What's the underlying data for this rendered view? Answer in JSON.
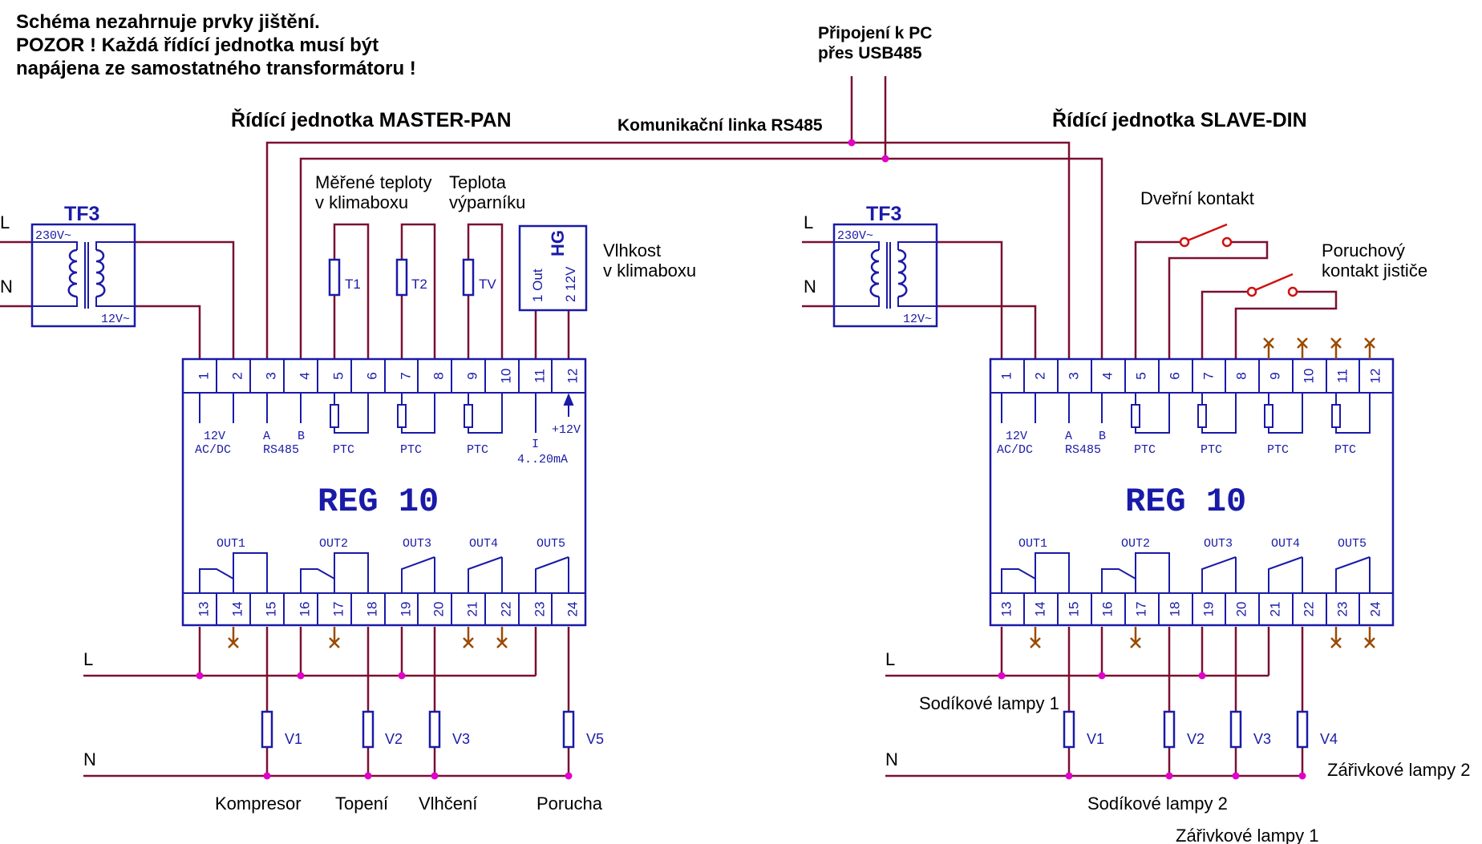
{
  "header": {
    "notes": [
      "Schéma nezahrnuje prvky jištění.",
      "POZOR ! Každá řídící jednotka musí být",
      "napájena ze samostatného transformátoru !"
    ],
    "pc_connection": [
      "Připojení k PC",
      "přes USB485"
    ],
    "bus_label": "Komunikační linka RS485"
  },
  "master": {
    "title": "Řídící jednotka MASTER-PAN",
    "transformer": {
      "name": "TF3",
      "primary": "230V~",
      "secondary": "12V~"
    },
    "mains": {
      "l": "L",
      "n": "N"
    },
    "unit_name": "REG 10",
    "top_terminals": [
      "1",
      "2",
      "3",
      "4",
      "5",
      "6",
      "7",
      "8",
      "9",
      "10",
      "11",
      "12"
    ],
    "bottom_terminals": [
      "13",
      "14",
      "15",
      "16",
      "17",
      "18",
      "19",
      "20",
      "21",
      "22",
      "23",
      "24"
    ],
    "labels": {
      "power": [
        "12V",
        "AC/DC"
      ],
      "bus": [
        "A",
        "B",
        "RS485"
      ],
      "ptc": [
        "PTC",
        "PTC",
        "PTC"
      ],
      "analog": [
        "I",
        "4..20mA"
      ],
      "supply": "+12V",
      "outputs": [
        "OUT1",
        "OUT2",
        "OUT3",
        "OUT4",
        "OUT5"
      ]
    },
    "sensors": {
      "measured_label": [
        "Měřené teploty",
        "v klimaboxu"
      ],
      "evaporator_label": [
        "Teplota",
        "výparníku"
      ],
      "names": [
        "T1",
        "T2",
        "TV"
      ],
      "humidity": {
        "name": "HG",
        "pin1": "1 Out",
        "pin2": "2 12V",
        "label": [
          "Vlhkost",
          "v klimaboxu"
        ]
      }
    },
    "loads": {
      "names": [
        "V1",
        "V2",
        "V3",
        "V5"
      ],
      "labels": [
        "Kompresor",
        "Topení",
        "Vlhčení",
        "Porucha"
      ]
    },
    "load_mains": {
      "l": "L",
      "n": "N"
    }
  },
  "slave": {
    "title": "Řídící jednotka SLAVE-DIN",
    "transformer": {
      "name": "TF3",
      "primary": "230V~",
      "secondary": "12V~"
    },
    "mains": {
      "l": "L",
      "n": "N"
    },
    "unit_name": "REG 10",
    "top_terminals": [
      "1",
      "2",
      "3",
      "4",
      "5",
      "6",
      "7",
      "8",
      "9",
      "10",
      "11",
      "12"
    ],
    "bottom_terminals": [
      "13",
      "14",
      "15",
      "16",
      "17",
      "18",
      "19",
      "20",
      "21",
      "22",
      "23",
      "24"
    ],
    "labels": {
      "power": [
        "12V",
        "AC/DC"
      ],
      "bus": [
        "A",
        "B",
        "RS485"
      ],
      "ptc": [
        "PTC",
        "PTC",
        "PTC",
        "PTC"
      ],
      "outputs": [
        "OUT1",
        "OUT2",
        "OUT3",
        "OUT4",
        "OUT5"
      ]
    },
    "contacts": {
      "door": "Dveřní kontakt",
      "fault": [
        "Poruchový",
        "kontakt jističe"
      ]
    },
    "loads": {
      "names": [
        "V1",
        "V2",
        "V3",
        "V4"
      ],
      "sodium1": "Sodíkové lampy 1",
      "sodium2": "Sodíkové lampy 2",
      "fluor1": "Zářivkové lampy 1",
      "fluor2": "Zářivkové lampy 2"
    },
    "load_mains": {
      "l": "L",
      "n": "N"
    }
  },
  "colors": {
    "wire": "#7a1030",
    "component": "#1a1aa8",
    "junction": "#e000c8",
    "unused": "#9a4a00",
    "switch": "#d01010",
    "text": "#000000"
  }
}
